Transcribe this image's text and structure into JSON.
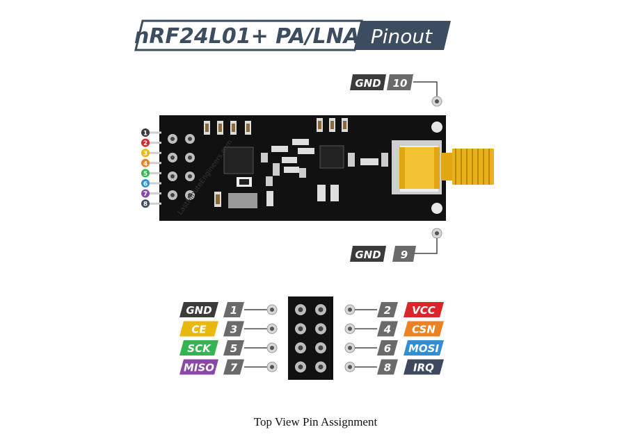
{
  "title": {
    "main": "nRF24L01+ PA/LNA",
    "tag": "Pinout"
  },
  "colors": {
    "dark": "#3b3b3b",
    "pcb": "#111111",
    "gold": "#e8b416",
    "header_bg": "#111111",
    "title_dark": "#3c4d5f"
  },
  "antenna_pins": [
    {
      "name": "GND",
      "number": "10"
    },
    {
      "name": "GND",
      "number": "9"
    }
  ],
  "edge_pins": [
    {
      "number": "1",
      "color": "#3b3b3b"
    },
    {
      "number": "2",
      "color": "#d9262b"
    },
    {
      "number": "3",
      "color": "#e8b80f"
    },
    {
      "number": "4",
      "color": "#ea8224"
    },
    {
      "number": "5",
      "color": "#35b551"
    },
    {
      "number": "6",
      "color": "#2f8fd6"
    },
    {
      "number": "7",
      "color": "#8a46a8"
    },
    {
      "number": "8",
      "color": "#3d4a5d"
    }
  ],
  "header_pins_left": [
    {
      "name": "GND",
      "number": "1",
      "color": "#3b3b3b"
    },
    {
      "name": "CE",
      "number": "3",
      "color": "#e8b80f"
    },
    {
      "name": "SCK",
      "number": "5",
      "color": "#35b551"
    },
    {
      "name": "MISO",
      "number": "7",
      "color": "#8a46a8"
    }
  ],
  "header_pins_right": [
    {
      "name": "VCC",
      "number": "2",
      "color": "#d9262b"
    },
    {
      "name": "CSN",
      "number": "4",
      "color": "#ea8224"
    },
    {
      "name": "MOSI",
      "number": "6",
      "color": "#2f8fd6"
    },
    {
      "name": "IRQ",
      "number": "8",
      "color": "#3d4a5d"
    }
  ],
  "watermark": "LastMinuteEngineers.com",
  "caption": "Top View Pin Assignment"
}
